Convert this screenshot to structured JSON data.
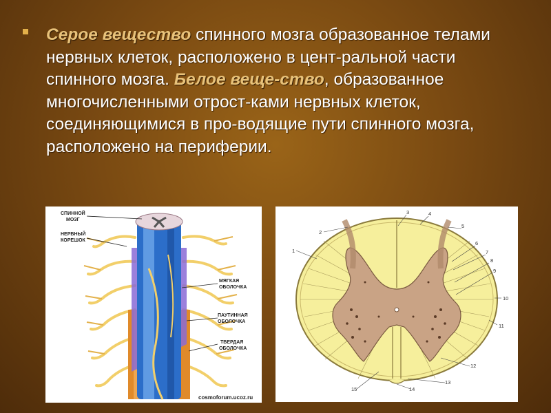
{
  "slide": {
    "text_parts": [
      "Серое вещество",
      " спинного мозга образованное телами нервных клеток, расположено в цент-ральной части спинного мозга. ",
      "Белое веще-ство",
      ", образованное многочисленными отрост-ками нервных клеток, соединяющимися в про-водящие пути спинного мозга, расположено на периферии."
    ],
    "accent_color": "#e8c27a",
    "bullet_icon": "square-bullet-icon"
  },
  "figure_left": {
    "labels": {
      "spinal_cord": [
        "СПИННОЙ",
        "МОЗГ"
      ],
      "nerve_root": [
        "НЕРВНЫЙ",
        "КОРЕШОК"
      ],
      "pia": [
        "МЯГКАЯ",
        "ОБОЛОЧКА"
      ],
      "arachnoid": [
        "ПАУТИННАЯ",
        "ОБОЛОЧКА"
      ],
      "dura": [
        "ТВЕРДАЯ",
        "ОБОЛОЧКА"
      ]
    },
    "credit": "cosmoforum.ucoz.ru"
  },
  "figure_right": {
    "numbers": [
      "1",
      "2",
      "3",
      "4",
      "5",
      "6",
      "7",
      "8",
      "9",
      "10",
      "11",
      "12",
      "13",
      "14",
      "15"
    ]
  }
}
